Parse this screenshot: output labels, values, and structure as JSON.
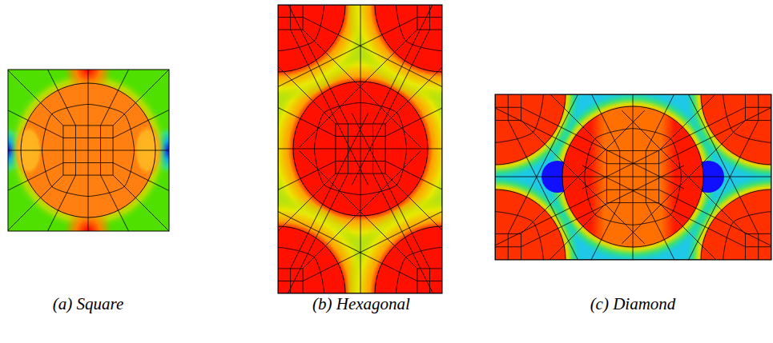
{
  "diagram": {
    "labels": [
      "(a) Square",
      "(b) Hexagonal",
      "(c) Diamond"
    ]
  }
}
